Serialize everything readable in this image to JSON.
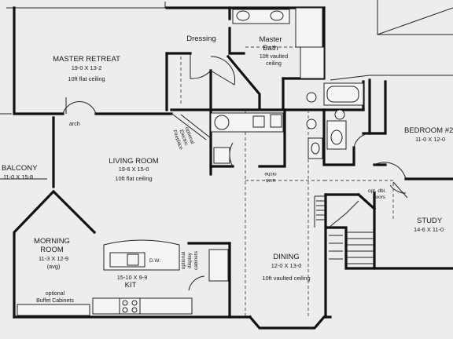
{
  "rooms": {
    "master_retreat": {
      "name": "MASTER RETREAT",
      "size": "19-0 X 13-2",
      "note": "10ft flat ceiling"
    },
    "dressing": {
      "name": "Dressing"
    },
    "master_bath": {
      "name_1": "Master",
      "name_2": "Bath",
      "note_1": "10ft vaulted",
      "note_2": "ceiling"
    },
    "living_room": {
      "name": "LIVING ROOM",
      "size": "19-6 X 15-0",
      "note": "10ft flat ceiling"
    },
    "balcony": {
      "name": "BALCONY",
      "size": "11-0 X 15-8"
    },
    "bedroom": {
      "name": "BEDROOM #2",
      "size": "11-0 X 12-0"
    },
    "study": {
      "name": "STUDY",
      "size": "14-6 X 11-0"
    },
    "morning_room": {
      "name_1": "MORNING",
      "name_2": "ROOM",
      "size": "11-3 X 12-9",
      "size_note": "(avg)",
      "note_1": "optional",
      "note_2": "Buffet Cabinets"
    },
    "kitchen": {
      "size": "15-10 X 9-9",
      "name": "KIT"
    },
    "dining": {
      "name": "DINING",
      "size": "12-0 X 13-0",
      "note": "10ft vaulted ceiling"
    }
  },
  "labels": {
    "arch": "arch",
    "arch_niche_1": "arch",
    "arch_niche_2": "niche",
    "fireplace_1": "optional",
    "fireplace_2": "Electric",
    "fireplace_3": "Fireplace",
    "display_1": "optional",
    "display_2": "display",
    "display_3": "cabinets",
    "dw": "D.W.",
    "dbl_doors_1": "opt. dbl.",
    "dbl_doors_2": "doors"
  }
}
